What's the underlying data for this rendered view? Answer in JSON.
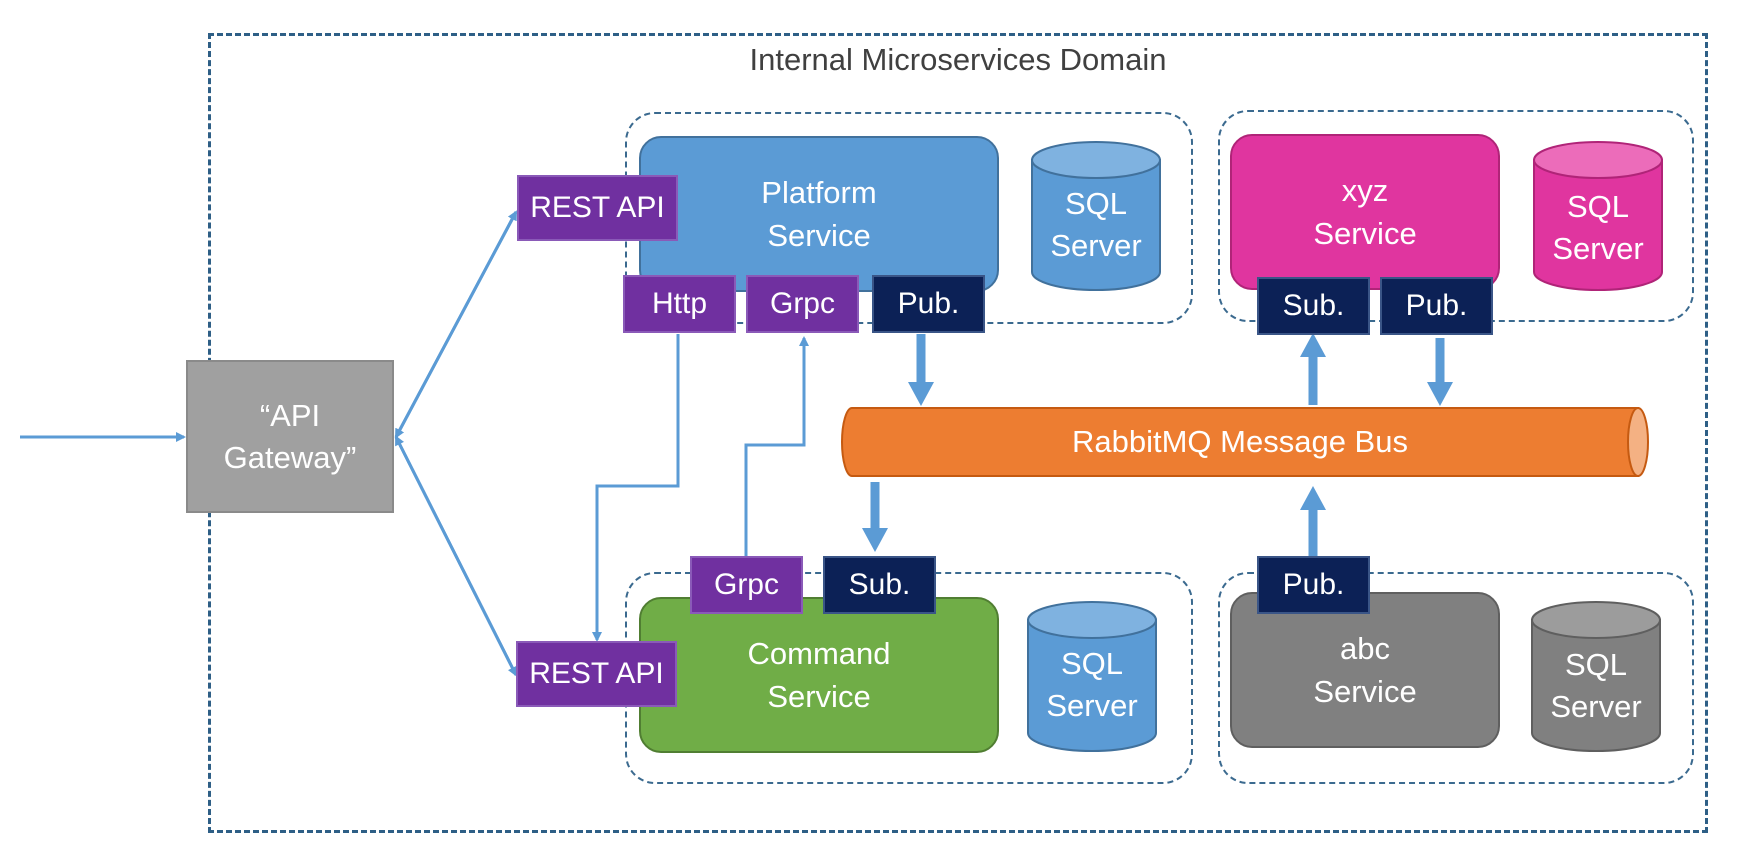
{
  "domain": {
    "title": "Internal Microservices Domain"
  },
  "gateway": {
    "line1": "“API",
    "line2": "Gateway”"
  },
  "platform": {
    "line1": "Platform",
    "line2": "Service",
    "rest": "REST API",
    "http": "Http",
    "grpc": "Grpc",
    "pub": "Pub.",
    "db1": "SQL",
    "db2": "Server"
  },
  "xyz": {
    "line1": "xyz",
    "line2": "Service",
    "sub": "Sub.",
    "pub": "Pub.",
    "db1": "SQL",
    "db2": "Server"
  },
  "command": {
    "line1": "Command",
    "line2": "Service",
    "rest": "REST API",
    "grpc": "Grpc",
    "sub": "Sub.",
    "db1": "SQL",
    "db2": "Server"
  },
  "abc": {
    "line1": "abc",
    "line2": "Service",
    "pub": "Pub.",
    "db1": "SQL",
    "db2": "Server"
  },
  "bus": {
    "label": "RabbitMQ Message Bus"
  },
  "colors": {
    "platform": "#5b9bd5",
    "command": "#70ad47",
    "xyz": "#e0359f",
    "abc": "#808080",
    "bus": "#ed7d31",
    "endpoint": "#7030a0",
    "pubsub": "#0c2156",
    "arrow": "#5b9bd5",
    "db": "#5b9bd5"
  }
}
